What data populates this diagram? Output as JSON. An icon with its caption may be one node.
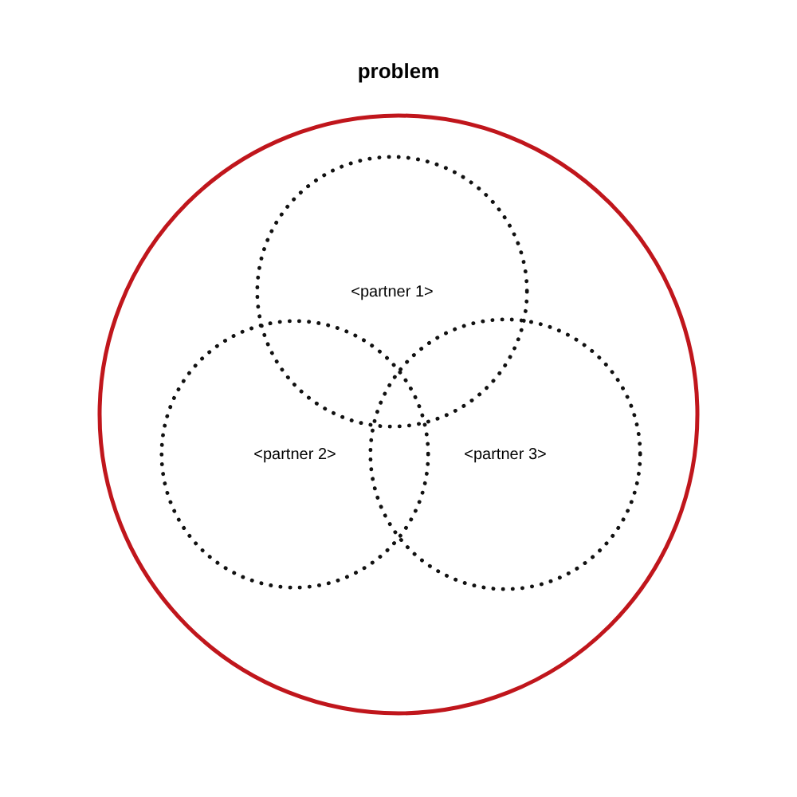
{
  "diagram": {
    "nodes": [
      {
        "text": [
          "problem"
        ]
      },
      {
        "text": [
          "<partner 1>"
        ],
        "in": 0
      },
      {
        "text": [
          "<partner 2>"
        ],
        "in": 0
      },
      {
        "text": [
          "<partner 3>"
        ],
        "in": 0
      }
    ]
  }
}
